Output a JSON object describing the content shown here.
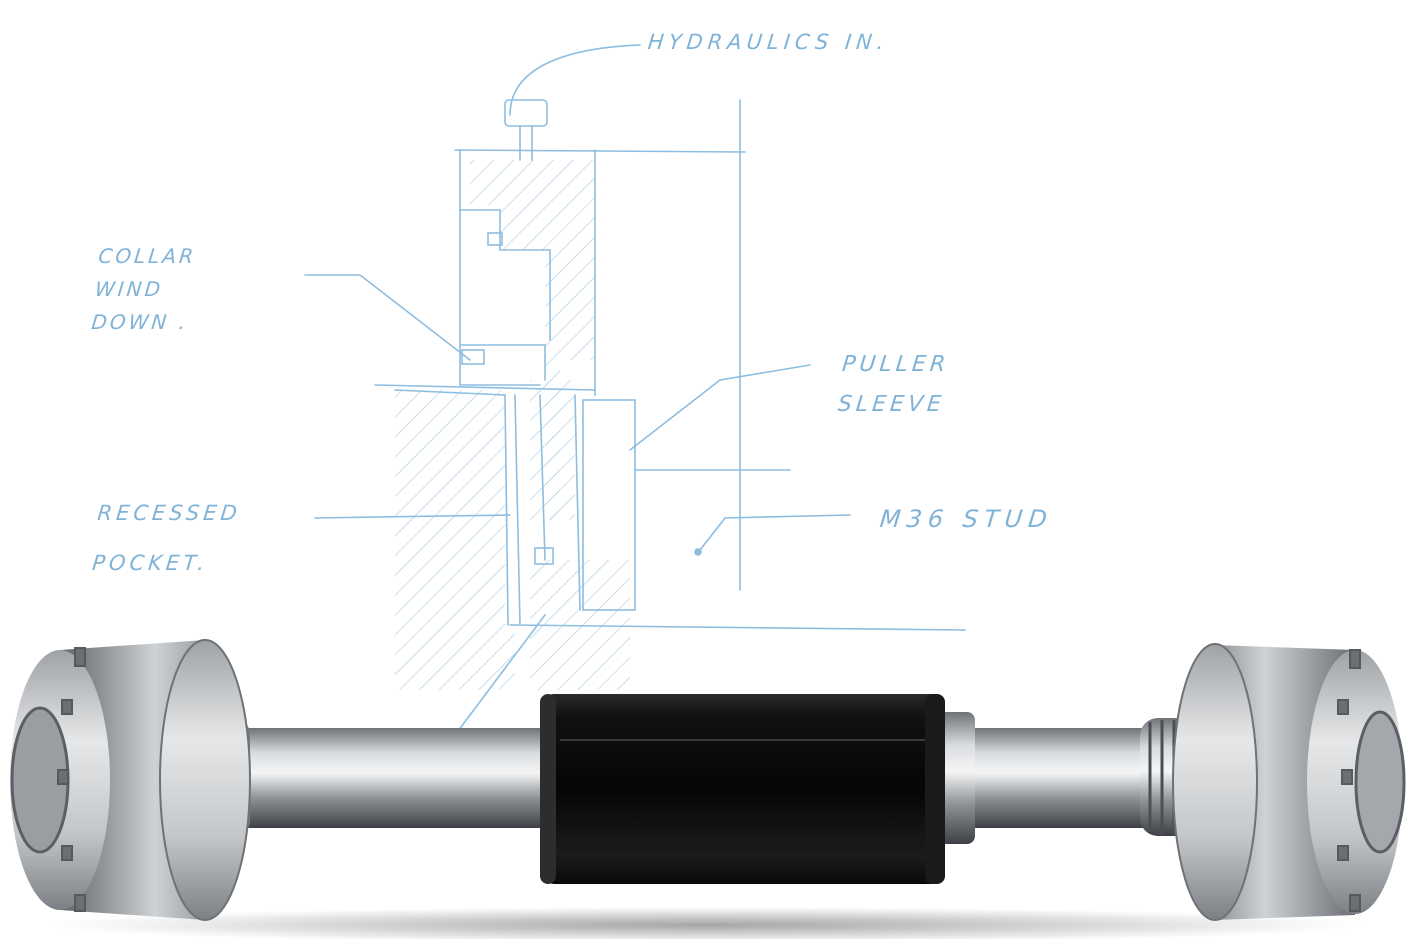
{
  "sketch": {
    "label_hydraulics": "HYDRAULICS IN.",
    "label_collar": "COLLAR\nWIND\nDOWN .",
    "label_puller": "PULLER\nSLEEVE",
    "label_recessed": "RECESSED\nPOCKET.",
    "label_stud": "M36 STUD",
    "ink_color": "#7fb3d8"
  },
  "render": {
    "sleeve_color": "#0b0b0b",
    "steel_color": "#b8bcc0"
  }
}
